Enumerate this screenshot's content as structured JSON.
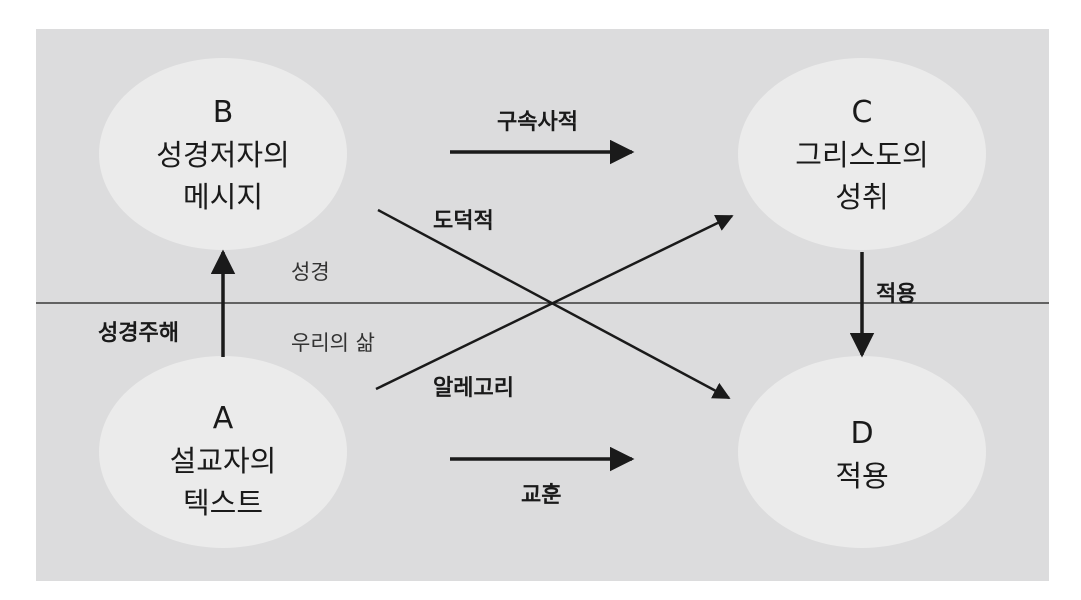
{
  "nodes": {
    "b": {
      "letter": "B",
      "line1": "성경저자의",
      "line2": "메시지"
    },
    "c": {
      "letter": "C",
      "line1": "그리스도의",
      "line2": "성취"
    },
    "a": {
      "letter": "A",
      "line1": "설교자의",
      "line2": "텍스트"
    },
    "d": {
      "letter": "D",
      "line1": "적용"
    }
  },
  "labels": {
    "christocentric": "구속사적",
    "moral": "도덕적",
    "allegory": "알레고리",
    "lesson": "교훈",
    "application": "적용",
    "exegesis": "성경주해",
    "bible": "성경",
    "our_life": "우리의 삶"
  },
  "colors": {
    "panel": "#dcdcdd",
    "ellipse": "#ebebeb",
    "ink": "#1a1a1a"
  }
}
